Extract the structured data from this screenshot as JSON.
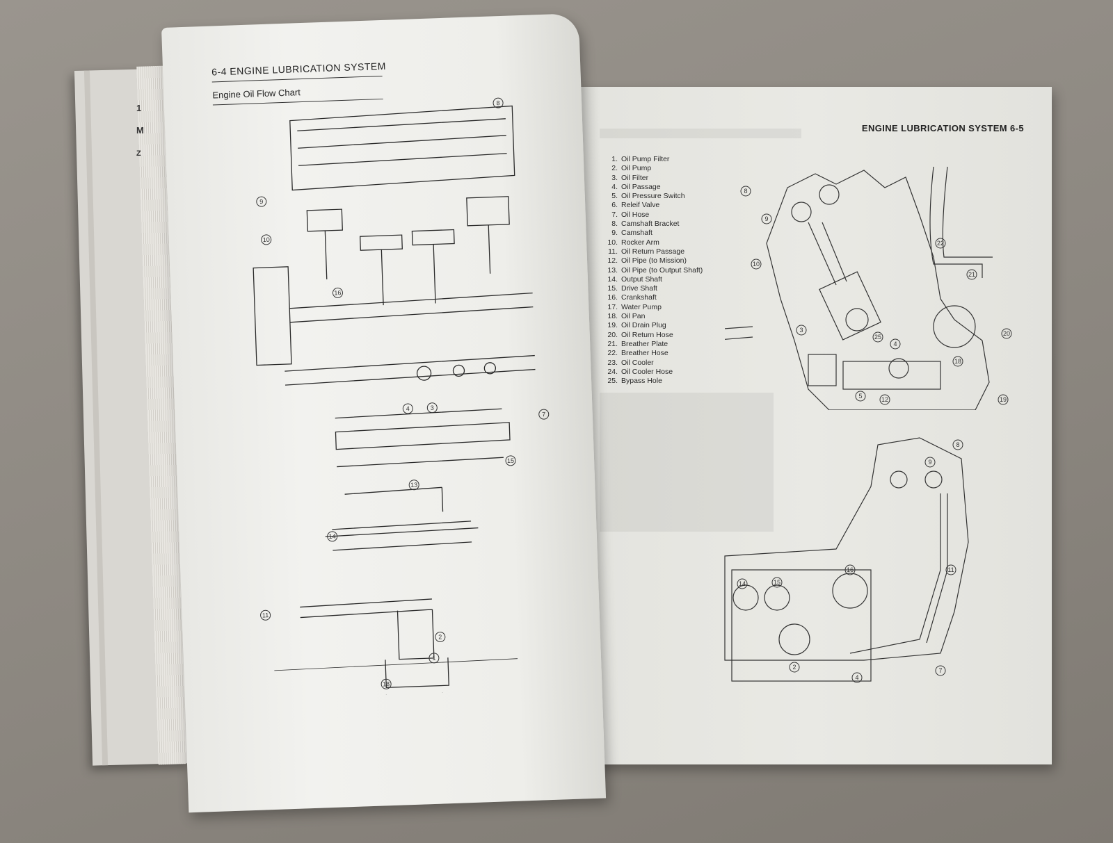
{
  "left_page": {
    "header": "6-4  ENGINE LUBRICATION SYSTEM",
    "subheader": "Engine Oil Flow Chart",
    "callouts": [
      "8",
      "9",
      "10",
      "16",
      "4",
      "3",
      "7",
      "15",
      "13",
      "14",
      "11",
      "2",
      "1",
      "18"
    ]
  },
  "stub_letters": [
    "1",
    "M",
    "Z"
  ],
  "right_page": {
    "header": "ENGINE LUBRICATION SYSTEM  6-5",
    "legend": [
      {
        "n": "1.",
        "label": "Oil Pump Filter"
      },
      {
        "n": "2.",
        "label": "Oil Pump"
      },
      {
        "n": "3.",
        "label": "Oil Filter"
      },
      {
        "n": "4.",
        "label": "Oil Passage"
      },
      {
        "n": "5.",
        "label": "Oil Pressure Switch"
      },
      {
        "n": "6.",
        "label": "Releif Valve"
      },
      {
        "n": "7.",
        "label": "Oil Hose"
      },
      {
        "n": "8.",
        "label": "Camshaft Bracket"
      },
      {
        "n": "9.",
        "label": "Camshaft"
      },
      {
        "n": "10.",
        "label": "Rocker Arm"
      },
      {
        "n": "11.",
        "label": "Oil Return Passage"
      },
      {
        "n": "12.",
        "label": "Oil Pipe (to Mission)"
      },
      {
        "n": "13.",
        "label": "Oil Pipe (to Output Shaft)"
      },
      {
        "n": "14.",
        "label": "Output Shaft"
      },
      {
        "n": "15.",
        "label": "Drive Shaft"
      },
      {
        "n": "16.",
        "label": "Crankshaft"
      },
      {
        "n": "17.",
        "label": "Water Pump"
      },
      {
        "n": "18.",
        "label": "Oil Pan"
      },
      {
        "n": "19.",
        "label": "Oil Drain Plug"
      },
      {
        "n": "20.",
        "label": "Oil Return Hose"
      },
      {
        "n": "21.",
        "label": "Breather Plate"
      },
      {
        "n": "22.",
        "label": "Breather Hose"
      },
      {
        "n": "23.",
        "label": "Oil Cooler"
      },
      {
        "n": "24.",
        "label": "Oil Cooler Hose"
      },
      {
        "n": "25.",
        "label": "Bypass Hole"
      }
    ],
    "callouts_top": [
      "8",
      "9",
      "10",
      "22",
      "21",
      "3",
      "25",
      "4",
      "5",
      "12",
      "18",
      "20",
      "19"
    ],
    "callouts_bottom": [
      "8",
      "9",
      "11",
      "14",
      "15",
      "16",
      "2",
      "4",
      "7"
    ]
  }
}
